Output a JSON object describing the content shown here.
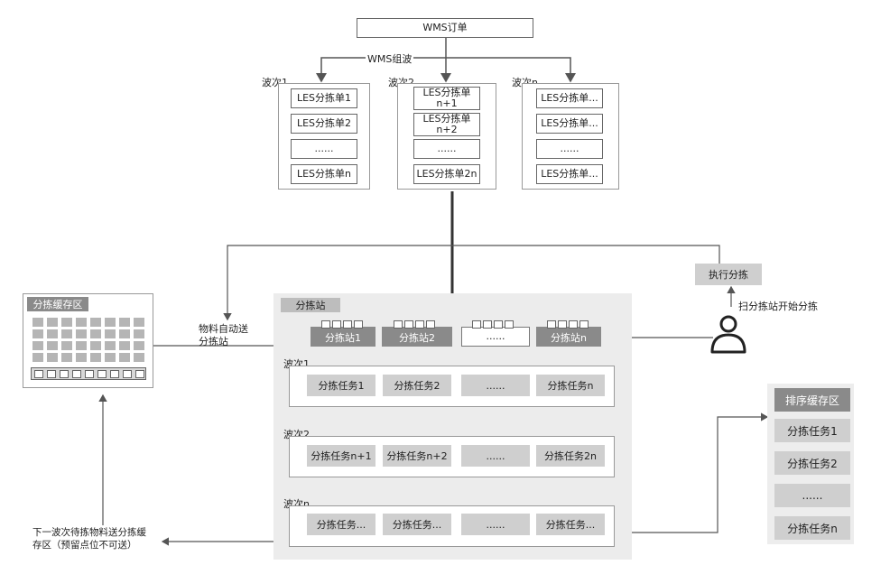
{
  "wms_order": "WMS订单",
  "wms_wave_label": "WMS组波",
  "top_waves": [
    {
      "label": "波次1",
      "items": [
        "LES分拣单1",
        "LES分拣单2",
        "......",
        "LES分拣单n"
      ]
    },
    {
      "label": "波次2",
      "items": [
        "LES分拣单\nn+1",
        "LES分拣单\nn+2",
        "......",
        "LES分拣单2n"
      ]
    },
    {
      "label": "波次n",
      "items": [
        "LES分拣单...",
        "LES分拣单...",
        "......",
        "LES分拣单..."
      ]
    }
  ],
  "buffer_zone": {
    "title": "分拣缓存区"
  },
  "auto_send_label": "物料自动送\n分拣站",
  "station_area": {
    "title": "分拣站",
    "stations": [
      "分拣站1",
      "分拣站2",
      "......",
      "分拣站n"
    ]
  },
  "task_waves": [
    {
      "label": "波次1",
      "tasks": [
        "分拣任务1",
        "分拣任务2",
        "......",
        "分拣任务n"
      ]
    },
    {
      "label": "波次2",
      "tasks": [
        "分拣任务n+1",
        "分拣任务n+2",
        "......",
        "分拣任务2n"
      ]
    },
    {
      "label": "波次n",
      "tasks": [
        "分拣任务...",
        "分拣任务...",
        "......",
        "分拣任务..."
      ]
    }
  ],
  "execute_label": "执行分拣",
  "scan_label": "扫分拣站开始分拣",
  "sorted_zone": {
    "title": "排序缓存区",
    "items": [
      "分拣任务1",
      "分拣任务2",
      "......",
      "分拣任务n"
    ]
  },
  "next_wave_label": "下一波次待拣物料送分拣缓\n存区（预留点位不可送）"
}
